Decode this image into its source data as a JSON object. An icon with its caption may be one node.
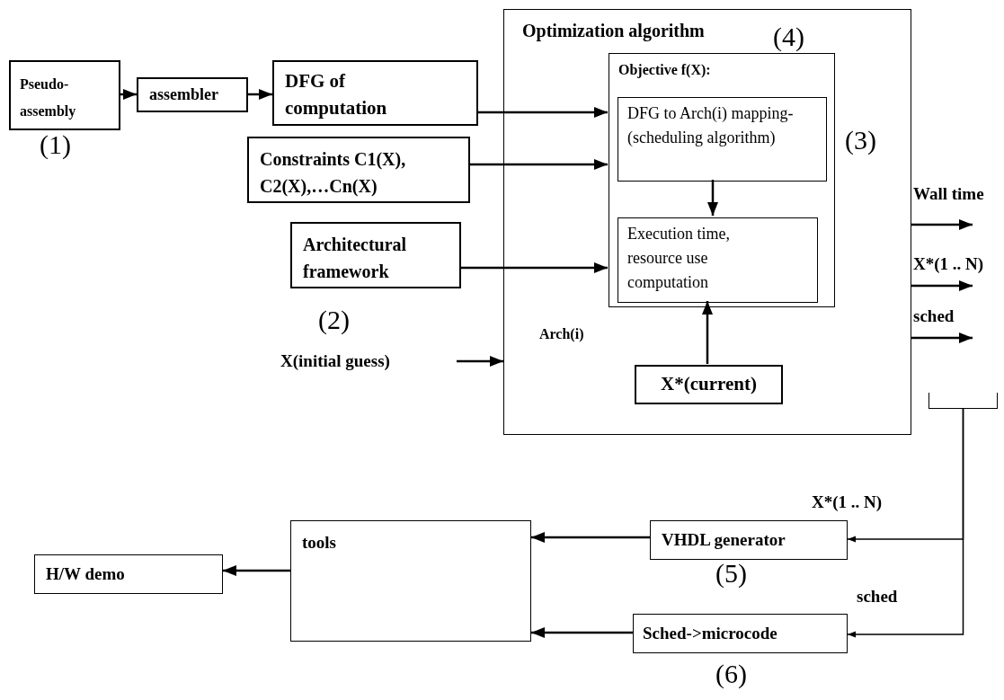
{
  "diagram": {
    "nodes": [
      {
        "text": [
          "Pseudo- assembly"
        ]
      },
      {
        "text": [
          "assembler"
        ]
      },
      {
        "text": [
          "DFG of computation"
        ]
      },
      {
        "text": [
          "Constraints C1(X), C2(X),…Cn(X)"
        ]
      },
      {
        "text": [
          "Architectural framework"
        ]
      },
      {
        "text": [
          "X(initial guess)"
        ]
      },
      {
        "text": [
          "Optimization algorithm"
        ]
      },
      {
        "text": [
          "Objective f(X):"
        ],
        "in": 6
      },
      {
        "text": [
          "DFG to Arch(i) mapping-(scheduling algorithm)"
        ],
        "in": 7
      },
      {
        "text": [
          "Execution time, resource use computation"
        ],
        "in": 7
      },
      {
        "text": [
          "X*(current)"
        ],
        "in": 6
      },
      {
        "text": [
          "tools"
        ]
      },
      {
        "text": [
          "VHDL generator"
        ]
      },
      {
        "text": [
          "Sched->microcode"
        ]
      },
      {
        "text": [
          "H/W demo"
        ]
      },
      {
        "text": [],
        "shape": "bracket"
      }
    ],
    "edges": [
      {
        "from": 0,
        "to": 1,
        "arrow": "to"
      },
      {
        "from": 1,
        "to": 2,
        "arrow": "to"
      },
      {
        "from": 2,
        "to": 7,
        "arrow": "to"
      },
      {
        "from": 3,
        "to": 7,
        "arrow": "to"
      },
      {
        "from": 4,
        "to": 7,
        "arrow": "to"
      },
      {
        "from": 5,
        "to": 6,
        "arrow": "to"
      },
      {
        "from": 8,
        "to": 9,
        "arrow": "to"
      },
      {
        "from": 10,
        "to": 9,
        "arrow": "to"
      },
      {
        "from": 6,
        "to": null,
        "arrow": "to",
        "label": "Wall time"
      },
      {
        "from": 6,
        "to": null,
        "arrow": "to",
        "label": "X*(1 .. N)"
      },
      {
        "from": 6,
        "to": null,
        "arrow": "to",
        "label": "sched"
      },
      {
        "from": 15,
        "to": 12,
        "arrow": "to",
        "label": "X*(1 .. N)"
      },
      {
        "from": 15,
        "to": 13,
        "arrow": "to",
        "label": "sched"
      },
      {
        "from": 12,
        "to": 11,
        "arrow": "to"
      },
      {
        "from": 13,
        "to": 11,
        "arrow": "to"
      },
      {
        "from": 11,
        "to": 14,
        "arrow": "to"
      }
    ],
    "labels": [
      "(4)",
      "(3)",
      "(1)",
      "(2)",
      "Arch(i)",
      "(5)",
      "(6)"
    ]
  }
}
